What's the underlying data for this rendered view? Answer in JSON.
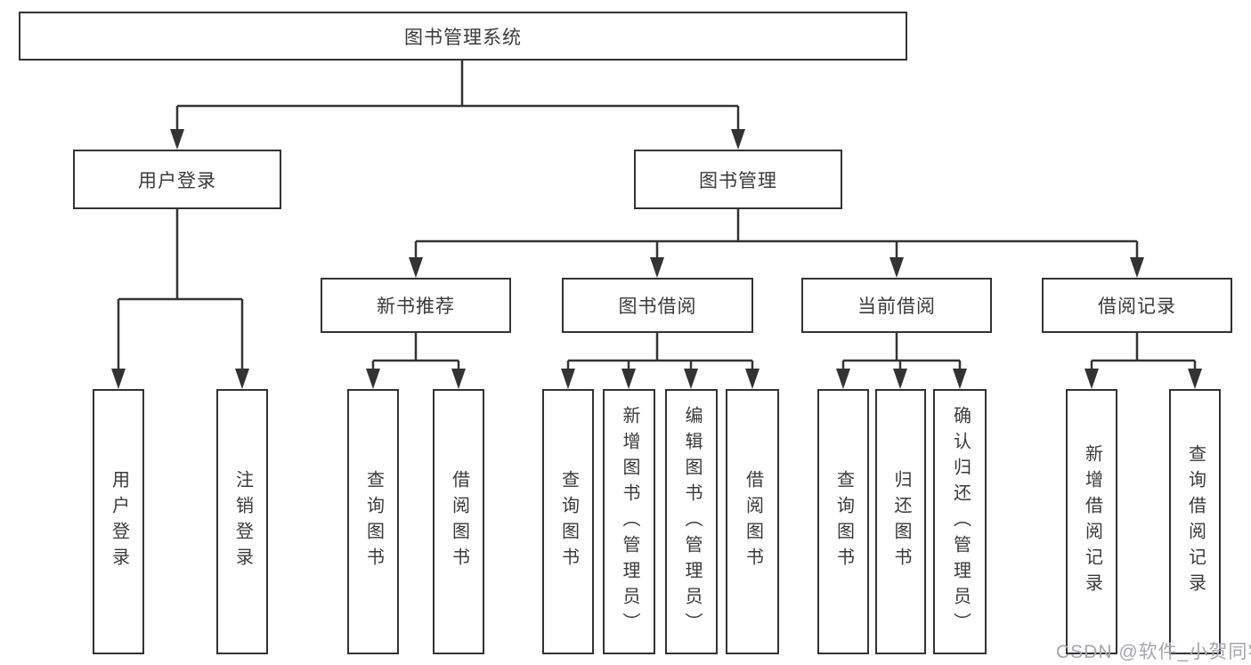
{
  "diagram": {
    "root": {
      "label": "图书管理系统"
    },
    "branches": [
      {
        "label": "用户登录",
        "children": [
          {
            "label": "用户登录"
          },
          {
            "label": "注销登录"
          }
        ]
      },
      {
        "label": "图书管理",
        "children": [
          {
            "label": "新书推荐",
            "children": [
              {
                "label": "查询图书"
              },
              {
                "label": "借阅图书"
              }
            ]
          },
          {
            "label": "图书借阅",
            "children": [
              {
                "label": "查询图书"
              },
              {
                "label": "新增图书（管理员）"
              },
              {
                "label": "编辑图书（管理员）"
              },
              {
                "label": "借阅图书"
              }
            ]
          },
          {
            "label": "当前借阅",
            "children": [
              {
                "label": "查询图书"
              },
              {
                "label": "归还图书"
              },
              {
                "label": "确认归还（管理员）"
              }
            ]
          },
          {
            "label": "借阅记录",
            "children": [
              {
                "label": "新增借阅记录"
              },
              {
                "label": "查询借阅记录"
              }
            ]
          }
        ]
      }
    ]
  },
  "watermark": {
    "text": "CSDN @软件_小贺同学"
  },
  "colors": {
    "line": "#333333",
    "box_border": "#333333",
    "text": "#3a3a3a",
    "background": "#ffffff",
    "watermark": "#a6a6ae"
  }
}
